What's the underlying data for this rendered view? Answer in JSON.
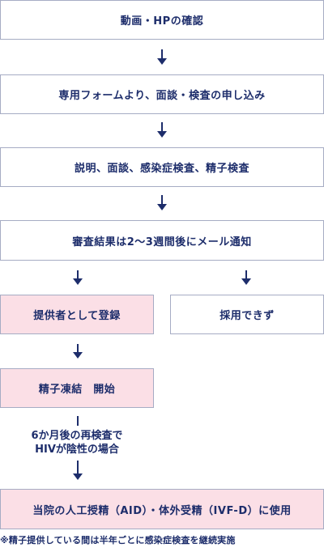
{
  "steps": {
    "step1": "動画・HPの確認",
    "step2": "専用フォームより、面談・検査の申し込み",
    "step3": "説明、面談、感染症検査、精子検査",
    "step4": "審査結果は2〜3週間後にメール通知",
    "accepted": "提供者として登録",
    "rejected": "採用できず",
    "freezing": "精子凍結　開始",
    "condition_line1": "6か月後の再検査で",
    "condition_line2": "HIVが陰性の場合",
    "final": "当院の人工授精（AID）・体外受精（IVF-D）に使用"
  },
  "footnote": "※精子提供している間は半年ごとに感染症検査を継続実施",
  "colors": {
    "text": "#1d2d6b",
    "border": "#a6acc4",
    "highlight_fill": "#fbdfe6"
  }
}
